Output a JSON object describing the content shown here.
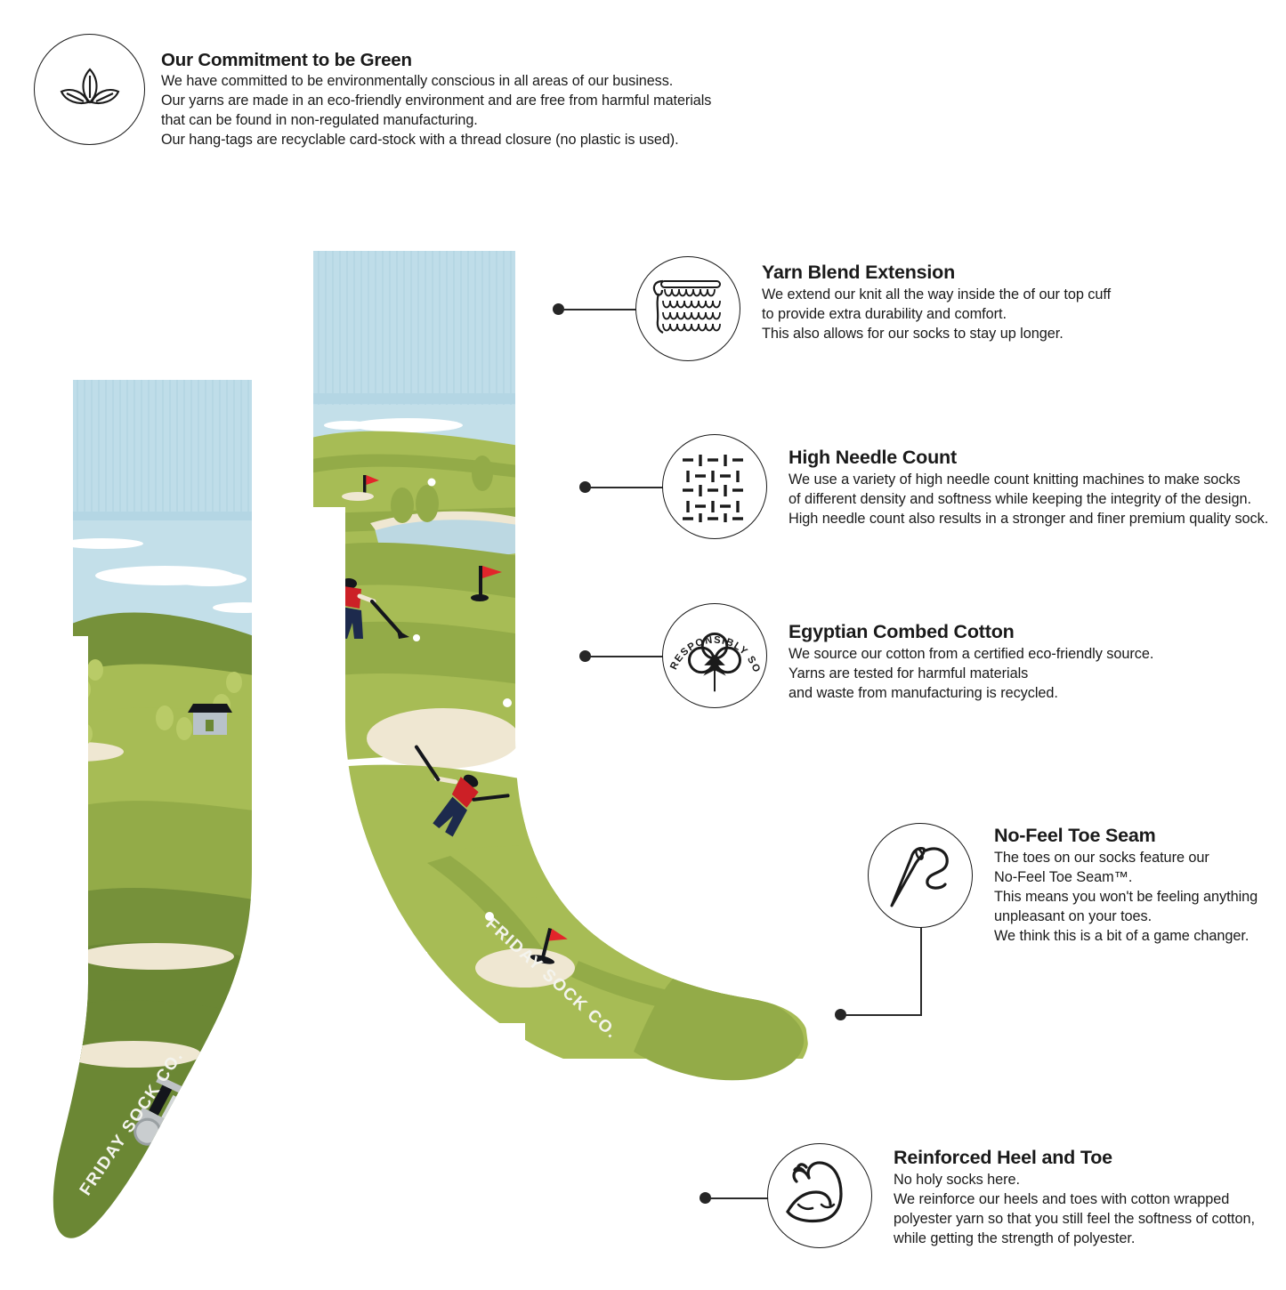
{
  "product": {
    "brand_watermark": "FRIDAY SOCK CO.",
    "theme": "golf course",
    "colors": {
      "cuff_blue": "#bfdde9",
      "sky_blue": "#c3dfe9",
      "grass_light": "#a7bc55",
      "grass_mid": "#93ab48",
      "grass_dark": "#76913a",
      "grass_deep": "#6b8734",
      "sand": "#efe7d2",
      "water": "#bcd8e2",
      "cloud_white": "#ffffff",
      "shirt_red": "#cc2026",
      "pants_navy": "#1d2a4d",
      "flag_red": "#e2252b",
      "cart_grey": "#bfc3c6",
      "ink_black": "#14161c"
    }
  },
  "commitment": {
    "icon": "leaf-plant-icon",
    "title": "Our Commitment to be Green",
    "lines": [
      "We have committed to be environmentally conscious in all areas of our business.",
      "Our yarns are made in an eco-friendly environment and are free from harmful materials",
      "that can be found in non-regulated manufacturing.",
      "Our hang-tags are recyclable card-stock with a thread closure (no plastic is used)."
    ]
  },
  "features": [
    {
      "id": "yarn-blend-extension",
      "icon": "knitting-needle-loops-icon",
      "title": "Yarn Blend Extension",
      "lines": [
        "We extend our knit all the way inside the of our top cuff",
        "to provide extra durability and comfort.",
        "This also allows for our socks to stay up longer."
      ]
    },
    {
      "id": "high-needle-count",
      "icon": "needle-grid-icon",
      "title": "High Needle Count",
      "lines": [
        "We use a variety of high needle count knitting machines to make socks",
        "of different density and softness while keeping the integrity of the design.",
        "High needle count also results in a stronger and finer premium quality sock."
      ]
    },
    {
      "id": "egyptian-combed-cotton",
      "icon": "cotton-boll-icon",
      "badge_ring_text": "RESPONSIBLY SOURCED COTTON",
      "title": "Egyptian Combed Cotton",
      "lines": [
        "We source our cotton from a certified eco-friendly source.",
        "Yarns are tested for harmful materials",
        "and waste from manufacturing is recycled."
      ]
    },
    {
      "id": "no-feel-toe-seam",
      "icon": "needle-and-thread-icon",
      "title": "No-Feel Toe Seam",
      "lines": [
        "The toes on our socks feature our",
        "No-Feel Toe Seam™.",
        "This means you won't be feeling anything",
        "unpleasant on your toes.",
        "We think this is a bit of a game changer."
      ]
    },
    {
      "id": "reinforced-heel-and-toe",
      "icon": "flexed-bicep-icon",
      "title": "Reinforced Heel and Toe",
      "lines": [
        "No holy socks here.",
        "We reinforce our heels and toes with cotton wrapped",
        "polyester yarn so that you still feel the softness of cotton,",
        "while getting the strength of polyester."
      ]
    }
  ]
}
